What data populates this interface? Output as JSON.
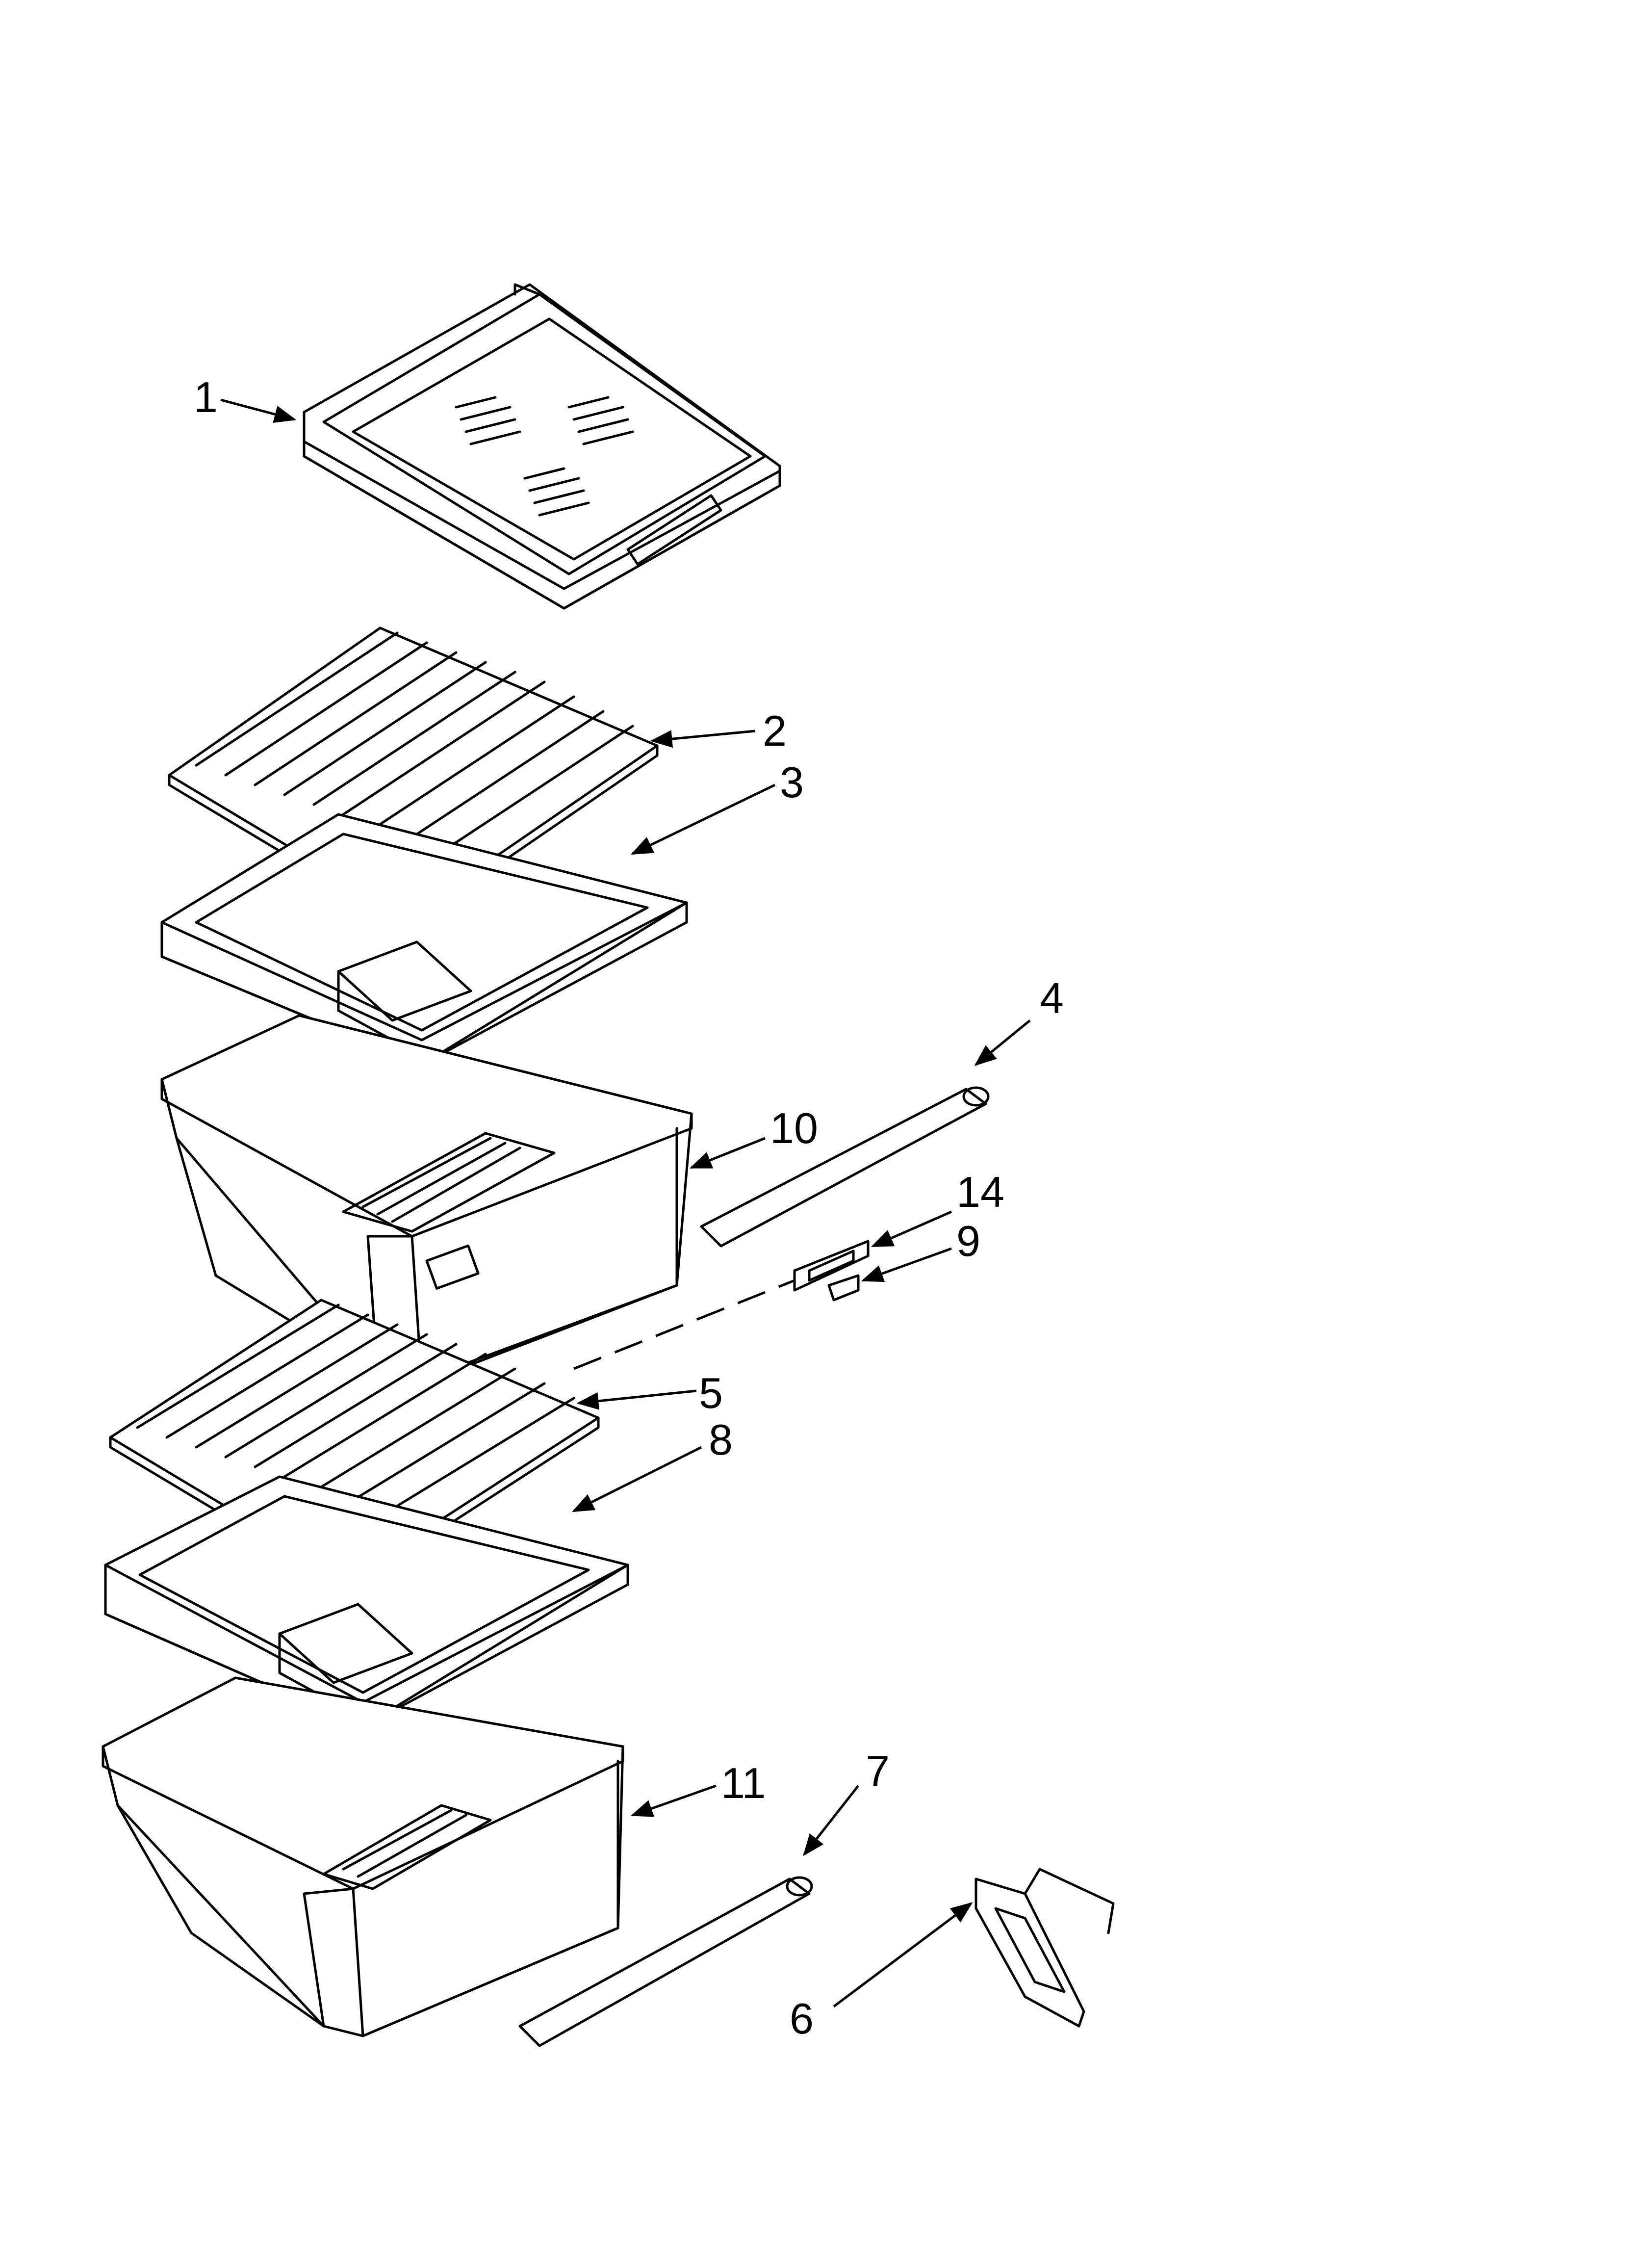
{
  "diagram": {
    "callouts": [
      {
        "id": "1",
        "label": "1"
      },
      {
        "id": "2",
        "label": "2"
      },
      {
        "id": "3",
        "label": "3"
      },
      {
        "id": "4",
        "label": "4"
      },
      {
        "id": "5",
        "label": "5"
      },
      {
        "id": "6",
        "label": "6"
      },
      {
        "id": "7",
        "label": "7"
      },
      {
        "id": "8",
        "label": "8"
      },
      {
        "id": "9",
        "label": "9"
      },
      {
        "id": "10",
        "label": "10"
      },
      {
        "id": "11",
        "label": "11"
      },
      {
        "id": "14",
        "label": "14"
      }
    ]
  }
}
